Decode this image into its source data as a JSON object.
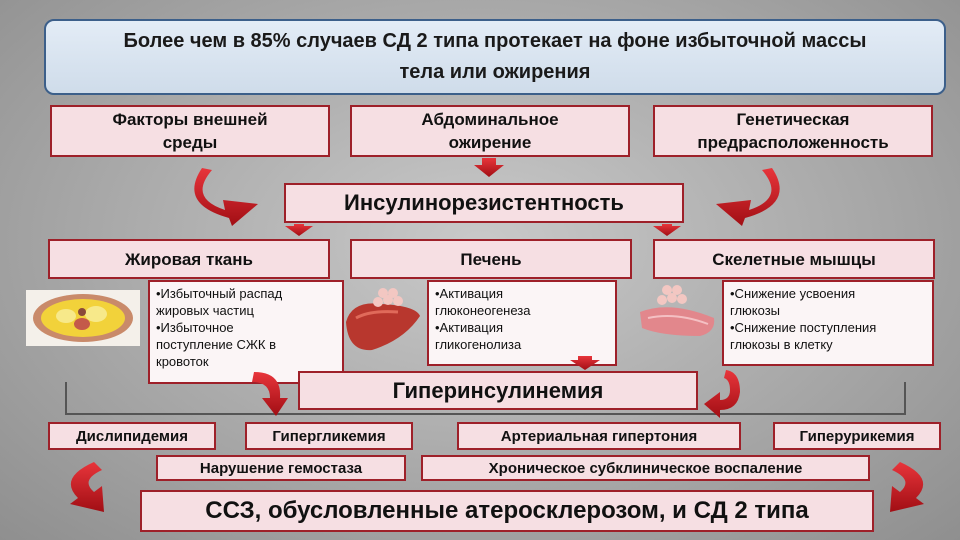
{
  "header": {
    "line1": "Более чем в 85% случаев СД 2 типа протекает на фоне избыточной массы",
    "line2": "тела или ожирения"
  },
  "factors": {
    "external": {
      "line1": "Факторы внешней",
      "line2": "среды"
    },
    "abdominal": {
      "line1": "Абдоминальное",
      "line2": "ожирение"
    },
    "genetic": {
      "line1": "Генетическая",
      "line2": "предрасположенность"
    }
  },
  "insulin_resistance": "Инсулинорезистентность",
  "organs": {
    "fat": {
      "title": "Жировая ткань",
      "notes": [
        "•Избыточный распад",
        "жировых частиц",
        "•Избыточное",
        "поступление СЖК в",
        "кровоток"
      ]
    },
    "liver": {
      "title": "Печень",
      "notes": [
        "•Активация",
        "глюконеогенеза",
        "•Активация",
        "гликогенолиза"
      ]
    },
    "muscle": {
      "title": "Скелетные мышцы",
      "notes": [
        "•Снижение усвоения",
        "глюкозы",
        "•Снижение поступления",
        "глюкозы в клетку"
      ]
    }
  },
  "hyperinsulinemia": "Гиперинсулинемия",
  "outcomes": {
    "dyslipidemia": "Дислипидемия",
    "hyperglycemia": "Гипергликемия",
    "hypertension": "Артериальная гипертония",
    "hyperuricemia": "Гиперурикемия",
    "hemostasis": "Нарушение гемостаза",
    "inflammation": "Хроническое субклиническое воспаление"
  },
  "final": "ССЗ, обусловленные атеросклерозом, и СД 2 типа",
  "colors": {
    "accent": "#9e2029",
    "arrow": "#c4151c",
    "box_fill": "#f6dfe3",
    "header_border": "#3c5f8a"
  }
}
